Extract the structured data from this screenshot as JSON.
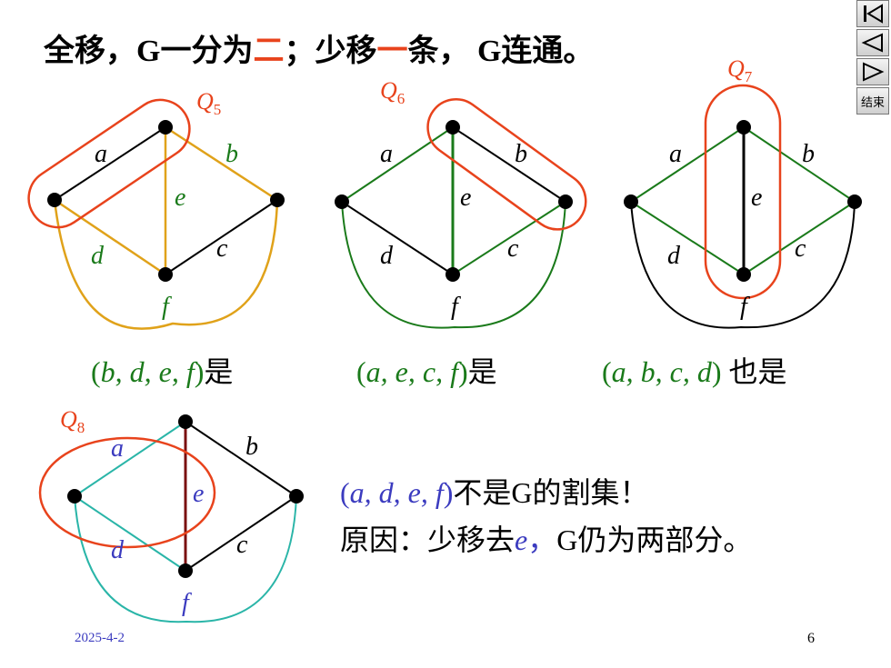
{
  "title": {
    "part1": "全移，G一分为",
    "highlight1": "二",
    "part2": "；少移",
    "highlight2": "一",
    "part3": "条， G连通。"
  },
  "nav": {
    "first_icon": "first-page-icon",
    "prev_icon": "prev-page-icon",
    "next_icon": "next-page-icon",
    "end_label": "结束"
  },
  "graphs": {
    "q5": {
      "label": "Q",
      "sub": "5",
      "edge_labels": [
        "a",
        "b",
        "e",
        "d",
        "c",
        "f"
      ]
    },
    "q6": {
      "label": "Q",
      "sub": "6",
      "edge_labels": [
        "a",
        "b",
        "e",
        "d",
        "c",
        "f"
      ]
    },
    "q7": {
      "label": "Q",
      "sub": "7",
      "edge_labels": [
        "a",
        "b",
        "e",
        "d",
        "c",
        "f"
      ]
    },
    "q8": {
      "label": "Q",
      "sub": "8",
      "edge_labels": [
        "a",
        "b",
        "e",
        "d",
        "c",
        "f"
      ]
    }
  },
  "captions": {
    "c1": {
      "open": "(",
      "vars": "b, d, e, f",
      "close": ")",
      "suffix": "是"
    },
    "c2": {
      "open": "(",
      "vars": "a, e, c, f",
      "close": ")",
      "suffix": "是"
    },
    "c3": {
      "open": "(",
      "vars": "a, b, c, d",
      "close": ")",
      "suffix": " 也是"
    }
  },
  "bottom": {
    "line1_open": "(",
    "line1_vars": "a, d, e, f",
    "line1_close": ")",
    "line1_rest": "不是G的割集！",
    "line2_a": "原因：少移去",
    "line2_e": "e",
    "line2_comma": "，",
    "line2_b": "G仍为两部分。"
  },
  "footer": {
    "date": "2025-4-2",
    "page": "6"
  },
  "colors": {
    "red": "#e8431c",
    "green": "#1a7a1a",
    "orange": "#e0a21a",
    "teal": "#2ab5a8",
    "darkred": "#7a1010",
    "blue": "#3b3bbf"
  }
}
